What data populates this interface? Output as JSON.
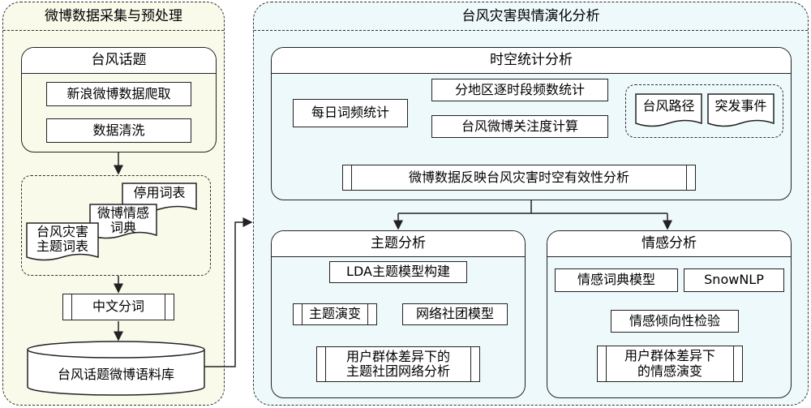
{
  "colors": {
    "left_bg": "#fafaea",
    "right_bg": "#eef9fb",
    "inner_bg": "#ffffff",
    "stroke": "#222222"
  },
  "left_panel": {
    "title": "微博数据采集与预处理",
    "topic_box": {
      "title": "台风话题",
      "items": [
        "新浪微博数据爬取",
        "数据清洗"
      ]
    },
    "dictionaries": [
      "停用词表",
      "微博情感\n词典",
      "台风灾害\n主题词表"
    ],
    "segmentation": "中文分词",
    "corpus": "台风话题微博语料库"
  },
  "right_panel": {
    "title": "台风灾害舆情演化分析",
    "spatiotemporal": {
      "title": "时空统计分析",
      "daily": "每日词频统计",
      "regional": "分地区逐时段频数统计",
      "attention": "台风微博关注度计算",
      "path": "台风路径",
      "event": "突发事件",
      "validity": "微博数据反映台风灾害时空有效性分析"
    },
    "topic": {
      "title": "主题分析",
      "lda": "LDA主题模型构建",
      "evolution": "主题演变",
      "community": "网络社团模型",
      "result": "用户群体差异下的\n主题社团网络分析"
    },
    "sentiment": {
      "title": "情感分析",
      "dict_model": "情感词典模型",
      "snownlp": "SnowNLP",
      "tendency": "情感倾向性检验",
      "result": "用户群体差异下\n的情感演变"
    }
  }
}
